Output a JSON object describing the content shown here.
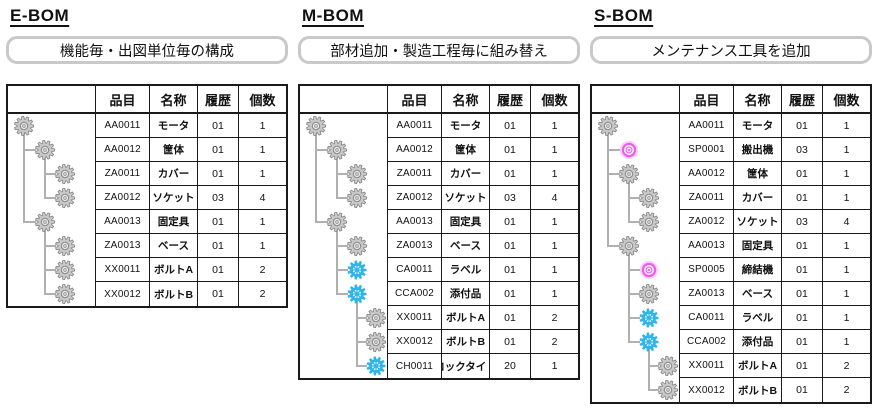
{
  "columns": [
    "品目",
    "名称",
    "履歴",
    "個数"
  ],
  "colors": {
    "gear_blue": "#2db4e9",
    "rings_magenta": "#ee5bf0",
    "rings_halo": "#f6b9f6",
    "connector": "#b0b0b0",
    "table_border": "#1a1a1a",
    "subtitle_border": "#c9c9c9"
  },
  "boms": [
    {
      "title": "E-BOM",
      "subtitle": "機能毎・出図単位毎の構成",
      "rows": [
        {
          "item": "AA0011",
          "name": "モータ",
          "rev": "01",
          "qty": "1",
          "level": 0,
          "icon": "gear-gray"
        },
        {
          "item": "AA0012",
          "name": "筐体",
          "rev": "01",
          "qty": "1",
          "level": 1,
          "icon": "gear-gray"
        },
        {
          "item": "ZA0011",
          "name": "カバー",
          "rev": "01",
          "qty": "1",
          "level": 2,
          "icon": "gear-gray"
        },
        {
          "item": "ZA0012",
          "name": "ソケット",
          "rev": "03",
          "qty": "4",
          "level": 2,
          "icon": "gear-gray"
        },
        {
          "item": "AA0013",
          "name": "固定具",
          "rev": "01",
          "qty": "1",
          "level": 1,
          "icon": "gear-gray"
        },
        {
          "item": "ZA0013",
          "name": "ベース",
          "rev": "01",
          "qty": "1",
          "level": 2,
          "icon": "gear-gray"
        },
        {
          "item": "XX0011",
          "name": "ボルトA",
          "rev": "01",
          "qty": "2",
          "level": 2,
          "icon": "gear-gray"
        },
        {
          "item": "XX0012",
          "name": "ボルトB",
          "rev": "01",
          "qty": "2",
          "level": 2,
          "icon": "gear-gray"
        }
      ]
    },
    {
      "title": "M-BOM",
      "subtitle": "部材追加・製造工程毎に組み替え",
      "rows": [
        {
          "item": "AA0011",
          "name": "モータ",
          "rev": "01",
          "qty": "1",
          "level": 0,
          "icon": "gear-gray"
        },
        {
          "item": "AA0012",
          "name": "筐体",
          "rev": "01",
          "qty": "1",
          "level": 1,
          "icon": "gear-gray"
        },
        {
          "item": "ZA0011",
          "name": "カバー",
          "rev": "01",
          "qty": "1",
          "level": 2,
          "icon": "gear-gray"
        },
        {
          "item": "ZA0012",
          "name": "ソケット",
          "rev": "03",
          "qty": "4",
          "level": 2,
          "icon": "gear-gray"
        },
        {
          "item": "AA0013",
          "name": "固定具",
          "rev": "01",
          "qty": "1",
          "level": 1,
          "icon": "gear-gray"
        },
        {
          "item": "ZA0013",
          "name": "ベース",
          "rev": "01",
          "qty": "1",
          "level": 2,
          "icon": "gear-gray"
        },
        {
          "item": "CA0011",
          "name": "ラベル",
          "rev": "01",
          "qty": "1",
          "level": 2,
          "icon": "gear-blue"
        },
        {
          "item": "CCA002",
          "name": "添付品",
          "rev": "01",
          "qty": "1",
          "level": 2,
          "icon": "gear-blue"
        },
        {
          "item": "XX0011",
          "name": "ボルトA",
          "rev": "01",
          "qty": "2",
          "level": 3,
          "icon": "gear-gray"
        },
        {
          "item": "XX0012",
          "name": "ボルトB",
          "rev": "01",
          "qty": "2",
          "level": 3,
          "icon": "gear-gray"
        },
        {
          "item": "CH0011",
          "name": "ロックタイト",
          "rev": "20",
          "qty": "1",
          "level": 3,
          "icon": "gear-blue"
        }
      ]
    },
    {
      "title": "S-BOM",
      "subtitle": "メンテナンス工具を追加",
      "rows": [
        {
          "item": "AA0011",
          "name": "モータ",
          "rev": "01",
          "qty": "1",
          "level": 0,
          "icon": "gear-gray"
        },
        {
          "item": "SP0001",
          "name": "搬出機",
          "rev": "03",
          "qty": "1",
          "level": 1,
          "icon": "rings-magenta"
        },
        {
          "item": "AA0012",
          "name": "筐体",
          "rev": "01",
          "qty": "1",
          "level": 1,
          "icon": "gear-gray"
        },
        {
          "item": "ZA0011",
          "name": "カバー",
          "rev": "01",
          "qty": "1",
          "level": 2,
          "icon": "gear-gray"
        },
        {
          "item": "ZA0012",
          "name": "ソケット",
          "rev": "03",
          "qty": "4",
          "level": 2,
          "icon": "gear-gray"
        },
        {
          "item": "AA0013",
          "name": "固定具",
          "rev": "01",
          "qty": "1",
          "level": 1,
          "icon": "gear-gray"
        },
        {
          "item": "SP0005",
          "name": "締結機",
          "rev": "01",
          "qty": "1",
          "level": 2,
          "icon": "rings-magenta"
        },
        {
          "item": "ZA0013",
          "name": "ベース",
          "rev": "01",
          "qty": "1",
          "level": 2,
          "icon": "gear-gray"
        },
        {
          "item": "CA0011",
          "name": "ラベル",
          "rev": "01",
          "qty": "1",
          "level": 2,
          "icon": "gear-blue"
        },
        {
          "item": "CCA002",
          "name": "添付品",
          "rev": "01",
          "qty": "1",
          "level": 2,
          "icon": "gear-blue"
        },
        {
          "item": "XX0011",
          "name": "ボルトA",
          "rev": "01",
          "qty": "2",
          "level": 3,
          "icon": "gear-gray"
        },
        {
          "item": "XX0012",
          "name": "ボルトB",
          "rev": "01",
          "qty": "2",
          "level": 3,
          "icon": "gear-gray"
        }
      ]
    }
  ]
}
